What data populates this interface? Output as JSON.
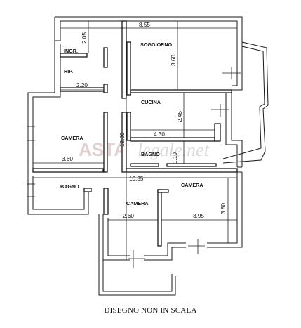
{
  "rooms": {
    "ingresso": "INGR.",
    "ripostiglio": "RIP.",
    "soggiorno": "SOGGIORNO",
    "cucina": "CUCINA",
    "camera_left": "CAMERA",
    "bagno_center": "BAGNO",
    "bagno_left": "BAGNO",
    "camera_right": "CAMERA",
    "camera_center": "CAMERA"
  },
  "dimensions": {
    "top_width": "8.55",
    "top_height": "2.05",
    "soggiorno_height": "3.60",
    "rip_width": "2.20",
    "cucina_height": "2.45",
    "cucina_width": "4.30",
    "corridor_length": "12.00",
    "camera_left_width": "3.60",
    "bagno_height": "1.10",
    "total_width": "10.35",
    "camera_center_width": "2.60",
    "camera_right_width": "3.95",
    "camera_right_height": "3.80"
  },
  "watermark": {
    "part1": "ASTA",
    "part2": "legale.net"
  },
  "caption": "DISEGNO NON IN SCALA"
}
